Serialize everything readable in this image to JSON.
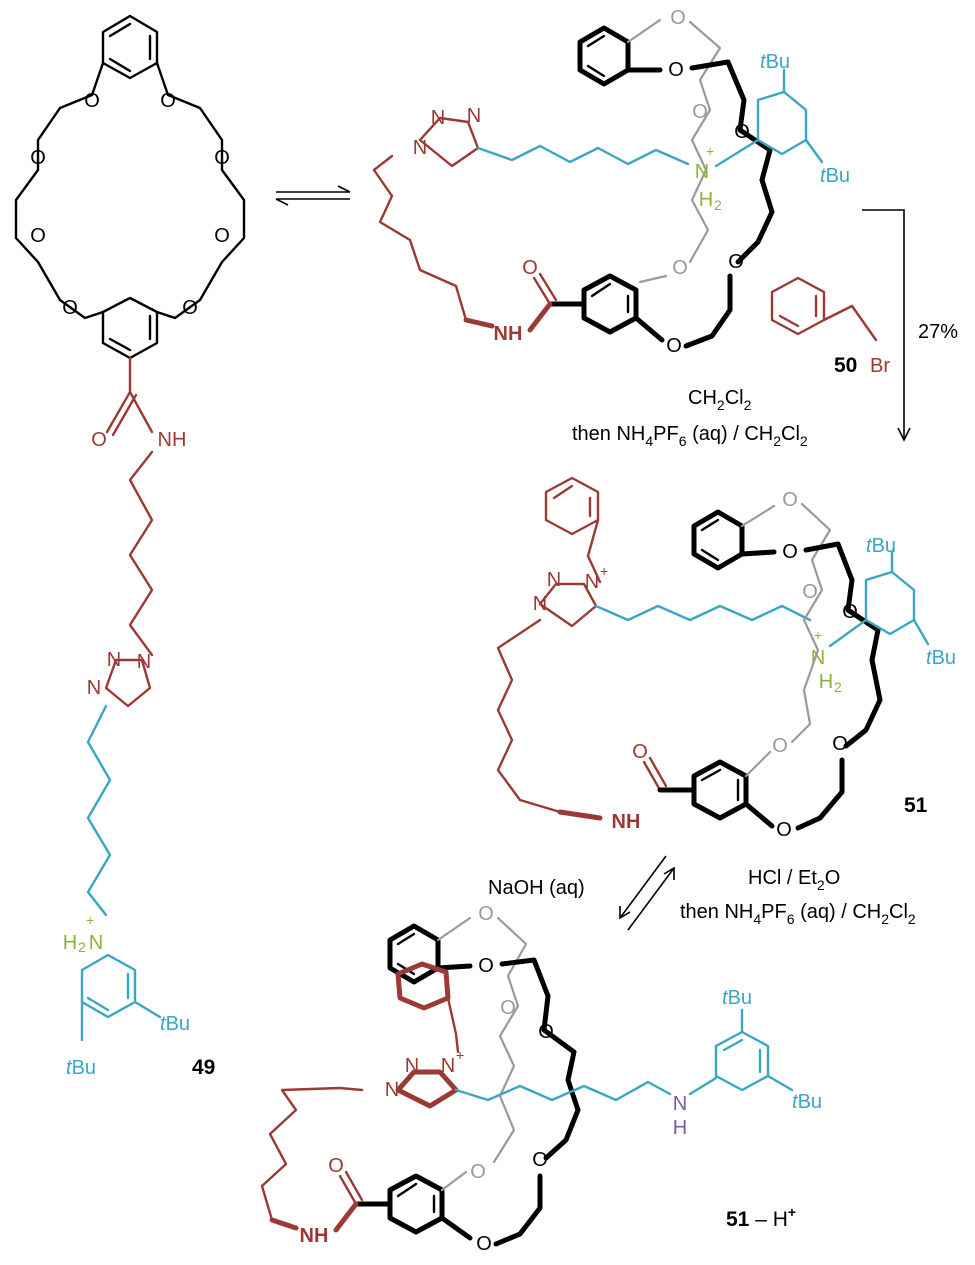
{
  "colors": {
    "black": "#000000",
    "gray": "#9a9a9a",
    "red": "#9b3a35",
    "cyan": "#3aa6c4",
    "green": "#8db33a",
    "purple": "#7a5aa6"
  },
  "compounds": {
    "c49": {
      "label": "49"
    },
    "c50": {
      "label": "50"
    },
    "c51": {
      "label": "51"
    },
    "c51h": {
      "label": "51",
      "suffix": " – H",
      "sup": "+"
    }
  },
  "atoms": {
    "O": "O",
    "N": "N",
    "NH": "NH",
    "H": "H",
    "NH_amine": "N",
    "H2N": "H",
    "H2": "H",
    "two": "2",
    "plus": "+",
    "tBu_t": "t",
    "tBu_rest": "Bu",
    "Br": "Br"
  },
  "steps": {
    "equilibrium": {
      "type": "equilibrium"
    },
    "step1": {
      "yield": "27%",
      "reagent_line1": {
        "a": "CH",
        "b": "2",
        "c": "Cl",
        "d": "2"
      },
      "reagent_line2": {
        "a": "then NH",
        "b": "4",
        "c": "PF",
        "d": "6",
        "e": " (aq) / CH",
        "f": "2",
        "g": "Cl",
        "h": "2"
      }
    },
    "step2_reverse": {
      "reagent": "NaOH (aq)"
    },
    "step2_forward": {
      "line1": {
        "a": "HCl / Et",
        "b": "2",
        "c": "O"
      },
      "line2": {
        "a": "then NH",
        "b": "4",
        "c": "PF",
        "d": "6",
        "e": " (aq) / CH",
        "f": "2",
        "g": "Cl",
        "h": "2"
      }
    }
  }
}
